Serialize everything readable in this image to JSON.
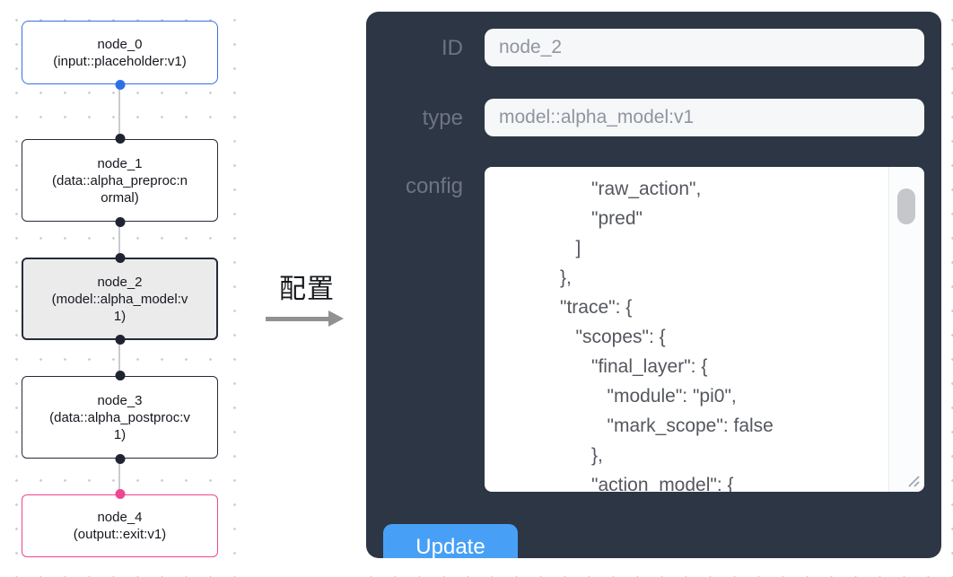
{
  "canvas": {
    "nodes": [
      {
        "name": "node_0",
        "type": "(input::placeholder:v1)",
        "role": "input",
        "selected": false,
        "accent": "#3a6fe0",
        "port_color": "#2e6fe6"
      },
      {
        "name": "node_1",
        "type": "(data::alpha_preproc:normal)",
        "role": "processor",
        "selected": false,
        "accent": "#252b39",
        "port_color": "#1f2430"
      },
      {
        "name": "node_2",
        "type": "(model::alpha_model:v1)",
        "role": "model",
        "selected": true,
        "accent": "#252b39",
        "port_color": "#1f2430"
      },
      {
        "name": "node_3",
        "type": "(data::alpha_postproc:v1)",
        "role": "processor",
        "selected": false,
        "accent": "#252b39",
        "port_color": "#1f2430"
      },
      {
        "name": "node_4",
        "type": "(output::exit:v1)",
        "role": "output",
        "selected": false,
        "accent": "#f0458f",
        "port_color": "#f0458f"
      }
    ],
    "selected_node_fill": "#ebebec"
  },
  "transition": {
    "label": "配置"
  },
  "panel": {
    "background": "#2d3644",
    "fields": {
      "id_label": "ID",
      "type_label": "type",
      "config_label": "config"
    },
    "id_value": "node_2",
    "type_value": "model::alpha_model:v1",
    "config_lines": [
      "                  \"raw_action\",",
      "                  \"pred\"",
      "               ]",
      "            },",
      "            \"trace\": {",
      "               \"scopes\": {",
      "                  \"final_layer\": {",
      "                     \"module\": \"pi0\",",
      "                     \"mark_scope\": false",
      "                  },",
      "                  \"action_model\": {"
    ],
    "update_label": "Update",
    "button_color": "#47a0f5"
  }
}
